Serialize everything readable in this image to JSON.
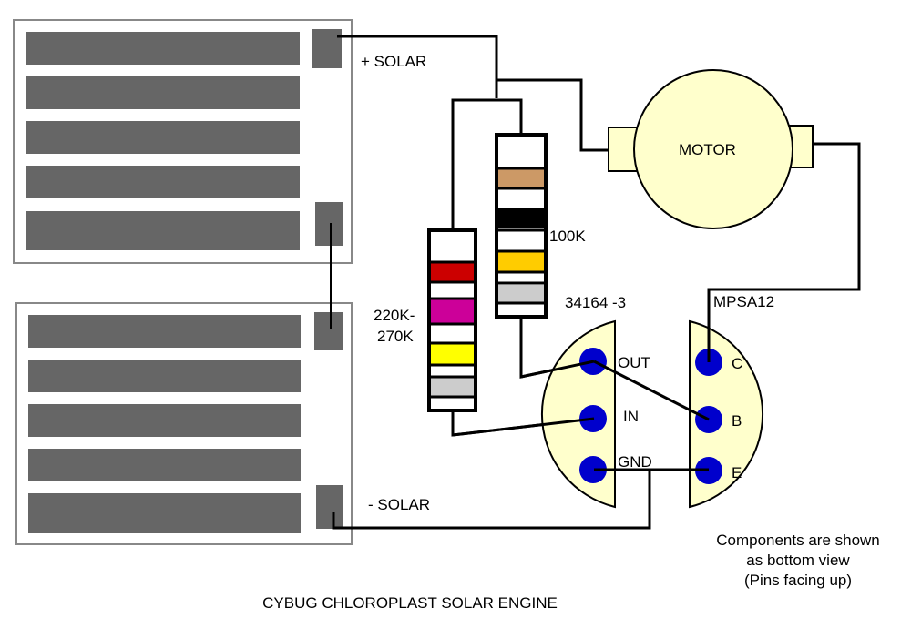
{
  "title": "CYBUG CHLOROPLAST SOLAR ENGINE",
  "labels": {
    "solar_plus": "+ SOLAR",
    "solar_minus": "- SOLAR",
    "motor": "MOTOR",
    "r1_value_line1": "220K-",
    "r1_value_line2": "270K",
    "r2_value": "100K",
    "ic_part": "34164 -3",
    "transistor_part": "MPSA12"
  },
  "ic_pins": [
    "OUT",
    "IN",
    "GND"
  ],
  "transistor_pins": [
    "C",
    "B",
    "E"
  ],
  "note": [
    "Components are shown",
    "as bottom view",
    "(Pins facing up)"
  ],
  "colors": {
    "r2_bands": [
      "#cc9966",
      "#000000",
      "#ffcc00",
      "#cccccc"
    ],
    "r1_bands": [
      "#cc0000",
      "#cc0099",
      "#ffff00",
      "#cccccc"
    ],
    "pin": "#0000cc",
    "component_body": "#ffffcc",
    "solar_cell": "#666666"
  }
}
